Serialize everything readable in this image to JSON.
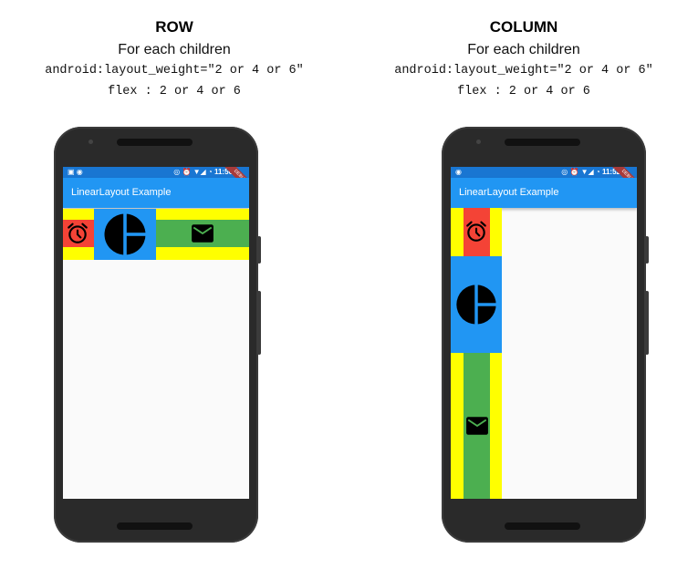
{
  "panels": [
    {
      "title": "ROW",
      "subtitle": "For each children",
      "code_android": "android:layout_weight=\"2 or 4 or 6\"",
      "code_flex": "flex : 2 or 4 or 6",
      "phone": {
        "status_time": "11:50",
        "app_title": "LinearLayout Example",
        "debug_label": "DEBUG"
      }
    },
    {
      "title": "COLUMN",
      "subtitle": "For each children",
      "code_android": "android:layout_weight=\"2 or 4 or 6\"",
      "code_flex": "flex : 2 or 4 or 6",
      "phone": {
        "status_time": "11:52",
        "app_title": "LinearLayout Example",
        "debug_label": "DEBUG"
      }
    }
  ],
  "colors": {
    "container": "#ffff00",
    "child1": "#f44336",
    "child2": "#2196f3",
    "child3": "#4caf50",
    "appbar": "#2196f3",
    "statusbar": "#1976d2"
  },
  "icons": [
    "alarm-icon",
    "data-usage-icon",
    "mail-icon"
  ]
}
